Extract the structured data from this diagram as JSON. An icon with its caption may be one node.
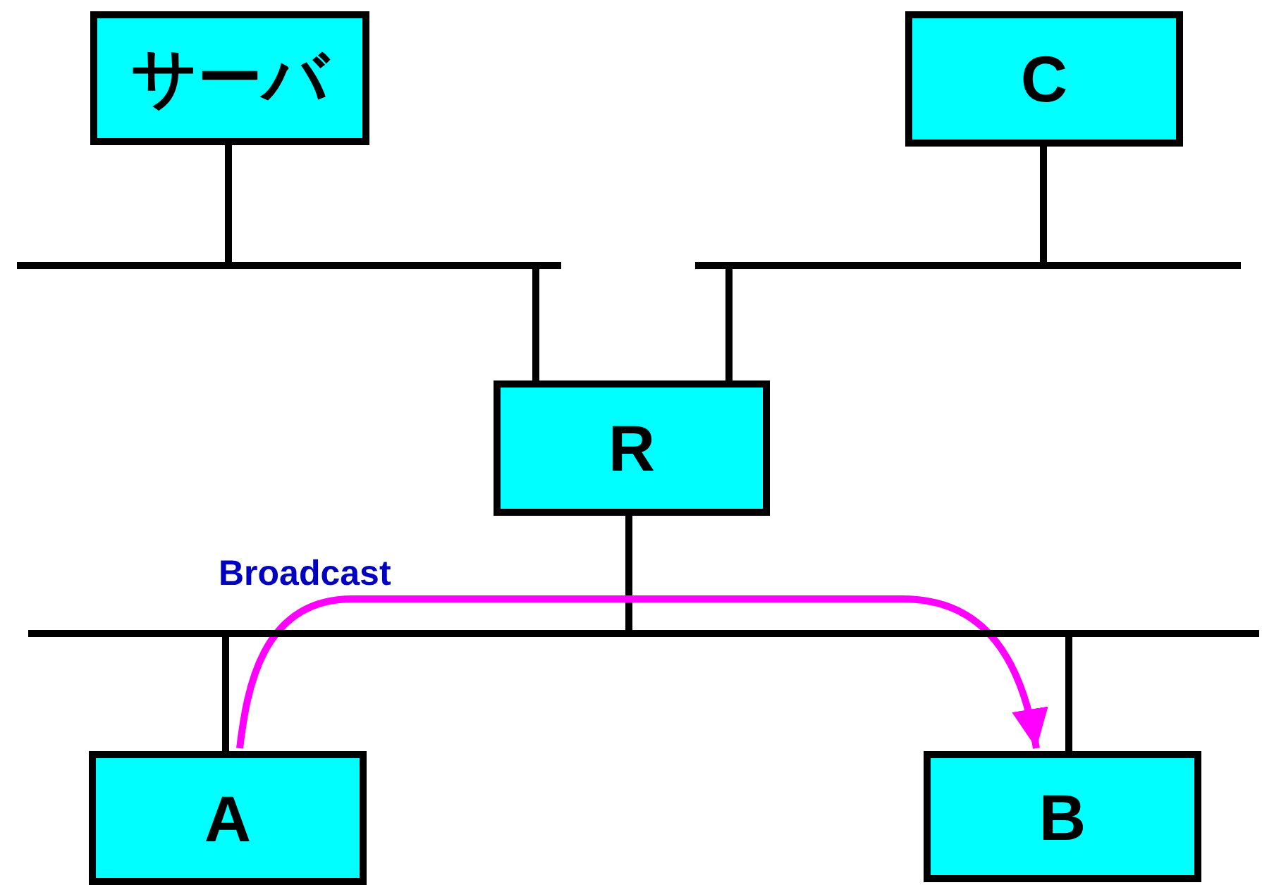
{
  "diagram": {
    "nodes": [
      {
        "text": [
          "サーバ"
        ]
      },
      {
        "text": [
          "C"
        ]
      },
      {
        "text": [],
        "shape": "bar"
      },
      {
        "text": [],
        "shape": "bar"
      },
      {
        "text": [
          "R"
        ]
      },
      {
        "text": [],
        "shape": "bar"
      },
      {
        "text": [
          "A"
        ]
      },
      {
        "text": [
          "B"
        ]
      }
    ],
    "edges": [
      {
        "from": 0,
        "to": 2,
        "arrow": "none"
      },
      {
        "from": 1,
        "to": 3,
        "arrow": "none"
      },
      {
        "from": 2,
        "to": 4,
        "arrow": "none"
      },
      {
        "from": 3,
        "to": 4,
        "arrow": "none"
      },
      {
        "from": 4,
        "to": 5,
        "arrow": "none"
      },
      {
        "from": 5,
        "to": 6,
        "arrow": "none"
      },
      {
        "from": 5,
        "to": 7,
        "arrow": "none"
      },
      {
        "from": 6,
        "to": 7,
        "arrow": "to",
        "label": "Broadcast",
        "color": "#ff00ff"
      }
    ]
  }
}
